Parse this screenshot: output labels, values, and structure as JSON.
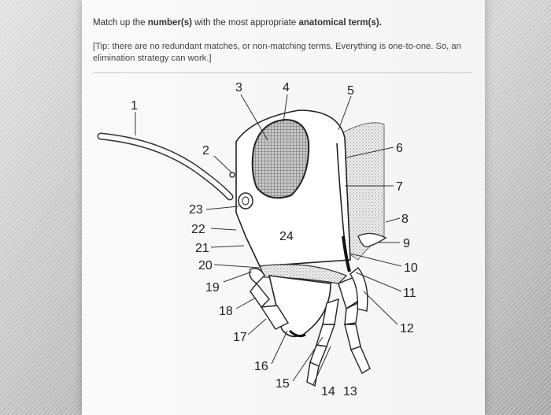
{
  "question": {
    "prefix": "Match up the ",
    "bold1": "number(s)",
    "middle": " with the most appropriate ",
    "bold2": "anatomical term(s).",
    "tip_line1": "[Tip: there are no redundant matches, or non-matching terms. Everything is one-to-one. So, an",
    "tip_line2": "elimination strategy can work.]"
  },
  "diagram": {
    "labels": [
      "1",
      "2",
      "3",
      "4",
      "5",
      "6",
      "7",
      "8",
      "9",
      "10",
      "11",
      "12",
      "13",
      "14",
      "15",
      "16",
      "17",
      "18",
      "19",
      "20",
      "21",
      "22",
      "23",
      "24"
    ]
  }
}
